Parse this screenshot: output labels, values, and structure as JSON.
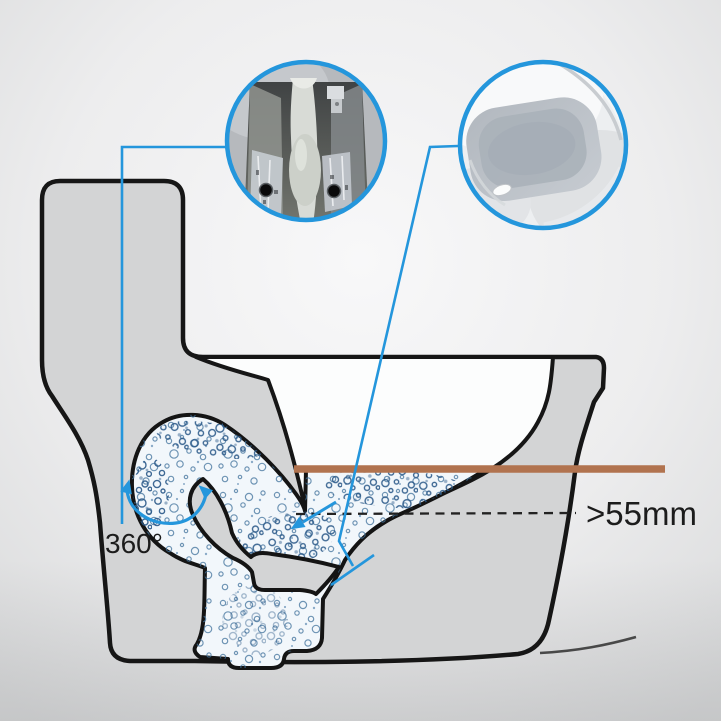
{
  "figure": {
    "labels": {
      "rotation": "360°",
      "seal_depth": ">55mm"
    },
    "callouts": [
      {
        "name": "trapway-underside-photo"
      },
      {
        "name": "bowl-top-view-photo"
      }
    ],
    "colors": {
      "accent_blue": "#2496dc",
      "water_line_brown": "#b1734f",
      "body_gray": "#d3d4d5",
      "outline_black": "#161616",
      "water_fill": "#f2f7fb",
      "bubble_blue": "#41729c"
    }
  }
}
